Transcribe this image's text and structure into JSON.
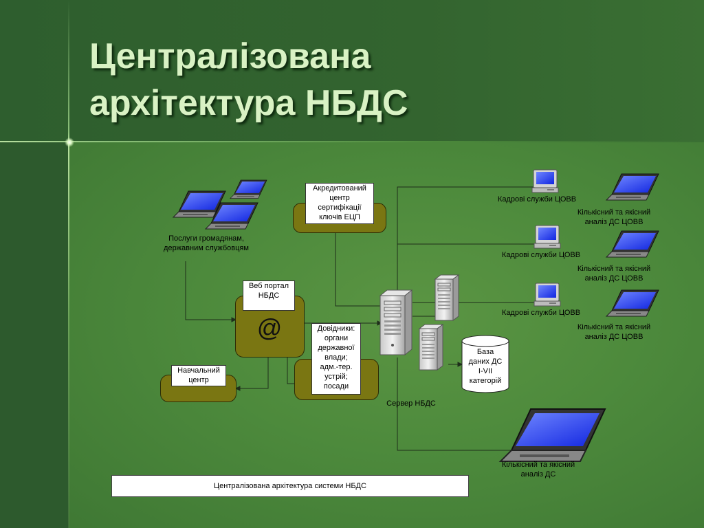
{
  "title": {
    "line1": "Централізована",
    "line2": "архітектура НБДС"
  },
  "labels": {
    "services": [
      "Послуги громадянам,",
      "державним службовцям"
    ],
    "cert_center": [
      "Акредитований",
      "центр",
      "сертифікації",
      "ключів ЕЦП"
    ],
    "web_portal": [
      "Веб портал",
      "НБДС"
    ],
    "at_symbol": "@",
    "training_center": [
      "Навчальний",
      "центр"
    ],
    "directories": [
      "Довідники:",
      "органи",
      "державної",
      "влади;",
      "адм.-тер.",
      "устрій;",
      "посади"
    ],
    "server": "Сервер НБДС",
    "database": [
      "База",
      "даних ДС",
      "І-VII",
      "категорій"
    ],
    "hr_services": "Кадрові служби ЦОВВ",
    "analysis_covv": [
      "Кількісний та якісний",
      "аналіз ДС ЦОВВ"
    ],
    "analysis_ds": [
      "Кількісний та якісний",
      "аналіз ДС"
    ],
    "caption": "Централізована архітектура системи НБДС"
  },
  "colors": {
    "title_text": "#d9f2c4",
    "node_fill": "#7a7612",
    "background": "#4d8a3c",
    "screen": "#2a3cff"
  },
  "icons": [
    "laptop-icon",
    "desktop-pc-icon",
    "server-tower-icon",
    "database-cylinder-icon"
  ]
}
